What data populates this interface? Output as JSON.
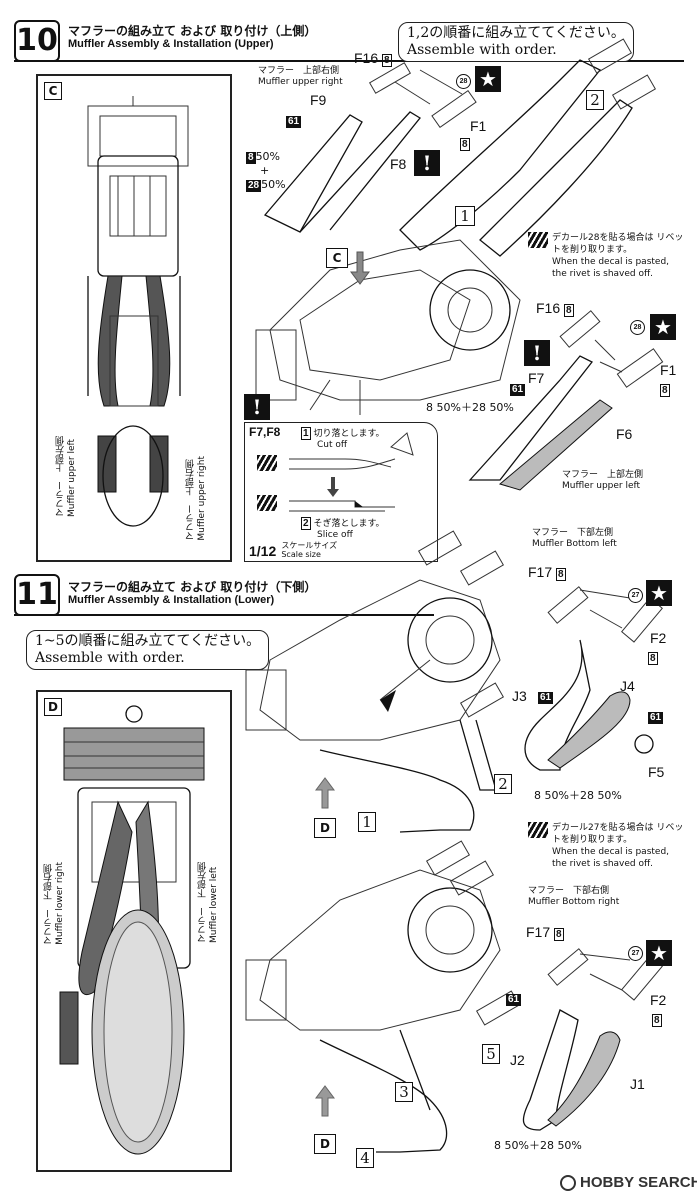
{
  "step10": {
    "number": "10",
    "title_jp": "マフラーの組み立て および 取り付け（上側）",
    "title_en": "Muffler Assembly & Installation (Upper)",
    "note_jp": "1,2の順番に組み立ててください。",
    "note_en": "Assemble with order.",
    "panel_tag": "C",
    "panel_label_jp": "マフラー　上部左側",
    "panel_label_en": "Muffler upper left",
    "panel_label2_jp": "マフラー　上部右側",
    "panel_label2_en": "Muffler upper right",
    "right_label_jp": "マフラー　上部右側",
    "right_label_en": "Muffler upper right",
    "parts_top": {
      "f16": "F16",
      "f16_box": "8",
      "f9": "F9",
      "f1": "F1",
      "f1_box": "8",
      "f8": "F8",
      "decal_28": "28",
      "paint_61": "61",
      "mix_a": "8",
      "mix_a_pct": "50%",
      "plus": "+",
      "mix_b": "28",
      "mix_b_pct": "50%"
    },
    "seq": {
      "one": "1",
      "two": "2"
    },
    "c_arrow": "C",
    "decal_note_jp": "デカール28を貼る場合は リベットを削り取ります。",
    "decal_note_en1": "When the decal is pasted,",
    "decal_note_en2": "the rivet is shaved off.",
    "parts_mid": {
      "f16": "F16",
      "f16_box": "8",
      "f7": "F7",
      "f1": "F1",
      "f1_box": "8",
      "f6": "F6",
      "decal_28": "28",
      "paint_61": "61",
      "mix": "8 50%＋28 50%"
    },
    "lower_left_label_jp": "マフラー　上部左側",
    "lower_left_label_en": "Muffler upper left",
    "cut_box": {
      "title": "F7,F8",
      "step1_num": "1",
      "step1_jp": "切り落とします。",
      "step1_en": "Cut off",
      "step2_num": "2",
      "step2_jp": "そぎ落とします。",
      "step2_en": "Slice off",
      "scale": "1/12",
      "scale_jp": "スケールサイズ",
      "scale_en": "Scale size"
    }
  },
  "step11": {
    "number": "11",
    "title_jp": "マフラーの組み立て および 取り付け（下側）",
    "title_en": "Muffler Assembly & Installation (Lower)",
    "note_jp": "1~5の順番に組み立ててください。",
    "note_en": "Assemble with order.",
    "panel_tag": "D",
    "panel_label_jp": "マフラー　下部右側",
    "panel_label_en": "Muffler lower right",
    "panel_label2_jp": "マフラー　下部左側",
    "panel_label2_en": "Muffler lower left",
    "top_label_jp": "マフラー　下部左側",
    "top_label_en": "Muffler Bottom left",
    "parts_top": {
      "f17": "F17",
      "f17_box": "8",
      "f2": "F2",
      "f2_box": "8",
      "j3": "J3",
      "j4": "J4",
      "f5": "F5",
      "decal_27": "27",
      "paint_61": "61",
      "paint_61b": "61",
      "mix": "8 50%＋28 50%"
    },
    "decal_note_jp": "デカール27を貼る場合は リベットを削り取ります。",
    "decal_note_en1": "When the decal is pasted,",
    "decal_note_en2": "the rivet is shaved off.",
    "bottom_label_jp": "マフラー　下部右側",
    "bottom_label_en": "Muffler Bottom right",
    "parts_bottom": {
      "f17": "F17",
      "f17_box": "8",
      "f2": "F2",
      "f2_box": "8",
      "j2": "J2",
      "j1": "J1",
      "decal_27": "27",
      "paint_61": "61",
      "mix": "8 50%＋28 50%"
    },
    "seq": {
      "one": "1",
      "two": "2",
      "three": "3",
      "four": "4",
      "five": "5"
    },
    "d_arrow": "D",
    "d_arrow2": "D"
  },
  "watermark": "HOBBY SEARCH"
}
